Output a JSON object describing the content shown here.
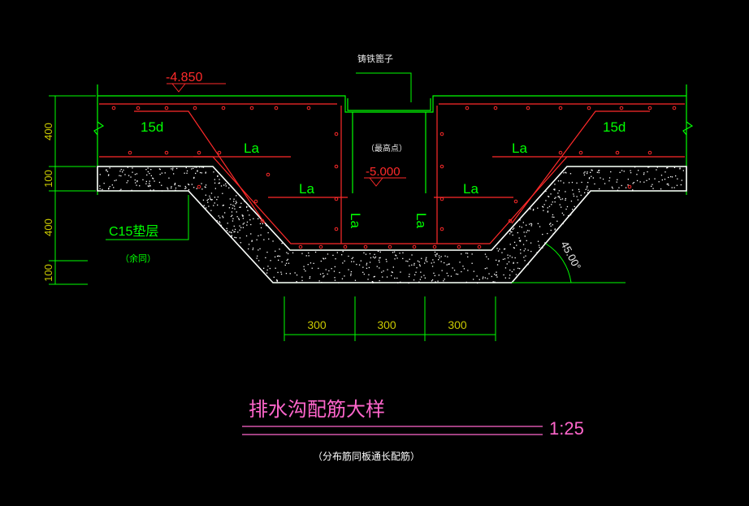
{
  "drawing": {
    "title": "排水沟配筋大样",
    "scale": "1:25",
    "subtitle": "（分布筋同板通长配筋）",
    "top_elevation": "-4.850",
    "bottom_elevation": "-5.000",
    "bottom_elevation_note": "（最高点）",
    "grate_label": "铸铁篦子",
    "anchorage_left": "15d",
    "anchorage_right": "15d",
    "lap_labels": [
      "La",
      "La",
      "La",
      "La"
    ],
    "vertical_lap_labels": [
      "La",
      "La"
    ],
    "cushion_label": "C15垫层",
    "cushion_note": "（余同）",
    "slope_angle": "45.00°",
    "dims_vertical": [
      "400",
      "100",
      "400",
      "100"
    ],
    "dims_horizontal": [
      "300",
      "300",
      "300"
    ],
    "colors": {
      "background": "#000000",
      "rebar": "#ff2a2a",
      "concrete_outline": "#00ff00",
      "dimension": "#00ff00",
      "dimension_text": "#c8c800",
      "text": "#e8e8e8",
      "title": "#ff66cc"
    }
  }
}
